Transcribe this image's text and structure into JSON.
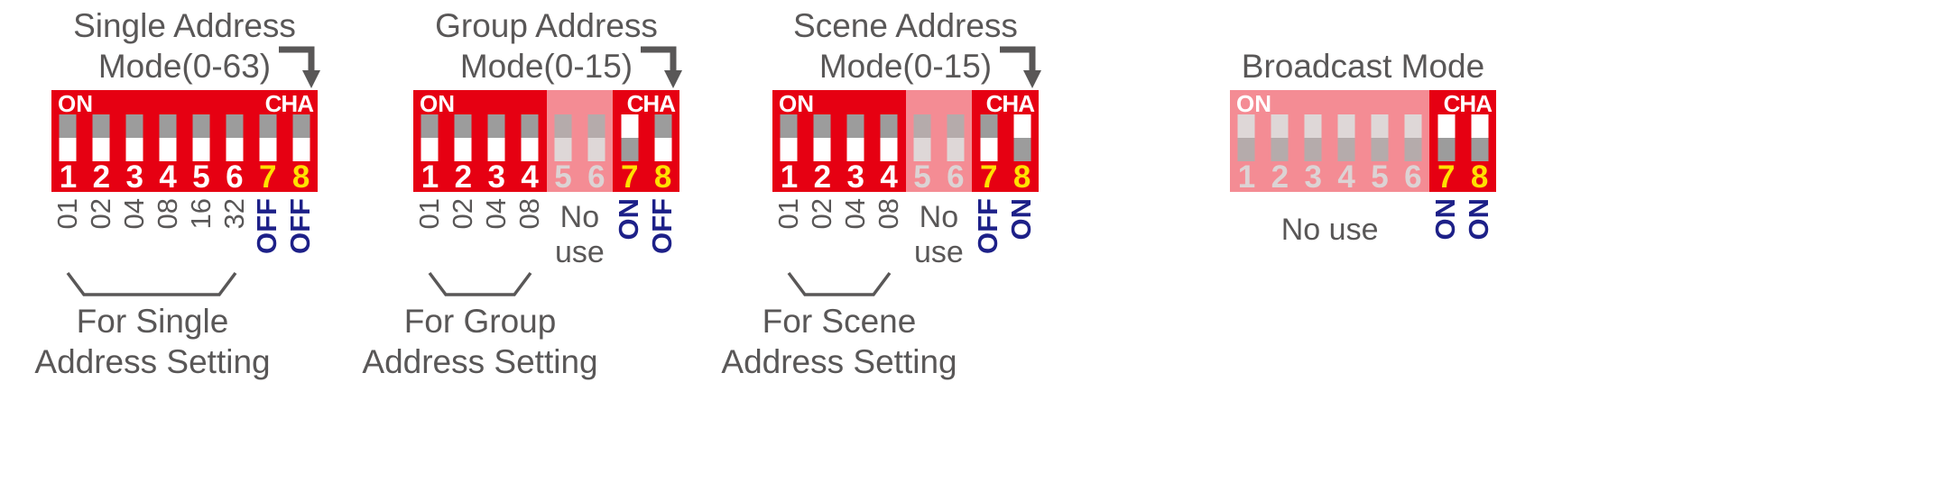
{
  "colors": {
    "red": "#e60012",
    "yellow": "#ffe100",
    "blue": "#1d2088",
    "text_gray": "#595757",
    "switch_track": "#9c9c9c",
    "switch_handle": "#ffffff",
    "faded_track": "#b5abab",
    "faded_handle": "#ded7d7",
    "faded_num": "#dcd3d4",
    "overlay": "rgba(255,255,255,0.55)"
  },
  "panels": [
    {
      "id": "single-address",
      "title_lines": [
        "Single Address",
        "Mode(0-63)"
      ],
      "has_arrow": true,
      "dip": {
        "on_label": "ON",
        "cha_label": "CHA",
        "no_use_cols": null,
        "switches": [
          {
            "num": "1",
            "pos": "down",
            "channel": false,
            "no_use": false
          },
          {
            "num": "2",
            "pos": "down",
            "channel": false,
            "no_use": false
          },
          {
            "num": "3",
            "pos": "down",
            "channel": false,
            "no_use": false
          },
          {
            "num": "4",
            "pos": "down",
            "channel": false,
            "no_use": false
          },
          {
            "num": "5",
            "pos": "down",
            "channel": false,
            "no_use": false
          },
          {
            "num": "6",
            "pos": "down",
            "channel": false,
            "no_use": false
          },
          {
            "num": "7",
            "pos": "down",
            "channel": true,
            "no_use": false
          },
          {
            "num": "8",
            "pos": "down",
            "channel": true,
            "no_use": false
          }
        ]
      },
      "under": {
        "weights": [
          "01",
          "02",
          "04",
          "08",
          "16",
          "32"
        ],
        "no_use": null,
        "ch7": "OFF",
        "ch8": "OFF"
      },
      "caption_lines": [
        "For Single",
        "Address Setting"
      ]
    },
    {
      "id": "group-address",
      "title_lines": [
        "Group Address",
        "Mode(0-15)"
      ],
      "has_arrow": true,
      "dip": {
        "on_label": "ON",
        "cha_label": "CHA",
        "no_use_cols": [
          4,
          5
        ],
        "switches": [
          {
            "num": "1",
            "pos": "down",
            "channel": false,
            "no_use": false
          },
          {
            "num": "2",
            "pos": "down",
            "channel": false,
            "no_use": false
          },
          {
            "num": "3",
            "pos": "down",
            "channel": false,
            "no_use": false
          },
          {
            "num": "4",
            "pos": "down",
            "channel": false,
            "no_use": false
          },
          {
            "num": "5",
            "pos": "down",
            "channel": false,
            "no_use": true
          },
          {
            "num": "6",
            "pos": "down",
            "channel": false,
            "no_use": true
          },
          {
            "num": "7",
            "pos": "up",
            "channel": true,
            "no_use": false
          },
          {
            "num": "8",
            "pos": "down",
            "channel": true,
            "no_use": false
          }
        ]
      },
      "under": {
        "weights": [
          "01",
          "02",
          "04",
          "08"
        ],
        "no_use": {
          "lines": [
            "No",
            "use"
          ],
          "cols": [
            4,
            5
          ]
        },
        "ch7": "ON",
        "ch8": "OFF"
      },
      "caption_lines": [
        "For Group",
        "Address Setting"
      ]
    },
    {
      "id": "scene-address",
      "title_lines": [
        "Scene Address",
        "Mode(0-15)"
      ],
      "has_arrow": true,
      "dip": {
        "on_label": "ON",
        "cha_label": "CHA",
        "no_use_cols": [
          4,
          5
        ],
        "switches": [
          {
            "num": "1",
            "pos": "down",
            "channel": false,
            "no_use": false
          },
          {
            "num": "2",
            "pos": "down",
            "channel": false,
            "no_use": false
          },
          {
            "num": "3",
            "pos": "down",
            "channel": false,
            "no_use": false
          },
          {
            "num": "4",
            "pos": "down",
            "channel": false,
            "no_use": false
          },
          {
            "num": "5",
            "pos": "down",
            "channel": false,
            "no_use": true
          },
          {
            "num": "6",
            "pos": "down",
            "channel": false,
            "no_use": true
          },
          {
            "num": "7",
            "pos": "down",
            "channel": true,
            "no_use": false
          },
          {
            "num": "8",
            "pos": "up",
            "channel": true,
            "no_use": false
          }
        ]
      },
      "under": {
        "weights": [
          "01",
          "02",
          "04",
          "08"
        ],
        "no_use": {
          "lines": [
            "No",
            "use"
          ],
          "cols": [
            4,
            5
          ]
        },
        "ch7": "OFF",
        "ch8": "ON"
      },
      "caption_lines": [
        "For Scene",
        "Address Setting"
      ]
    },
    {
      "id": "broadcast",
      "title_lines": [
        "Broadcast Mode"
      ],
      "has_arrow": false,
      "dip": {
        "on_label": "ON",
        "cha_label": "CHA",
        "no_use_cols": [
          0,
          5
        ],
        "switches": [
          {
            "num": "1",
            "pos": "up",
            "channel": false,
            "no_use": true
          },
          {
            "num": "2",
            "pos": "up",
            "channel": false,
            "no_use": true
          },
          {
            "num": "3",
            "pos": "up",
            "channel": false,
            "no_use": true
          },
          {
            "num": "4",
            "pos": "up",
            "channel": false,
            "no_use": true
          },
          {
            "num": "5",
            "pos": "up",
            "channel": false,
            "no_use": true
          },
          {
            "num": "6",
            "pos": "up",
            "channel": false,
            "no_use": true
          },
          {
            "num": "7",
            "pos": "up",
            "channel": true,
            "no_use": false
          },
          {
            "num": "8",
            "pos": "up",
            "channel": true,
            "no_use": false
          }
        ]
      },
      "under": {
        "weights": [],
        "no_use": {
          "lines": [
            "No use"
          ],
          "cols": [
            0,
            5
          ]
        },
        "ch7": "ON",
        "ch8": "ON"
      },
      "caption_lines": null
    }
  ]
}
